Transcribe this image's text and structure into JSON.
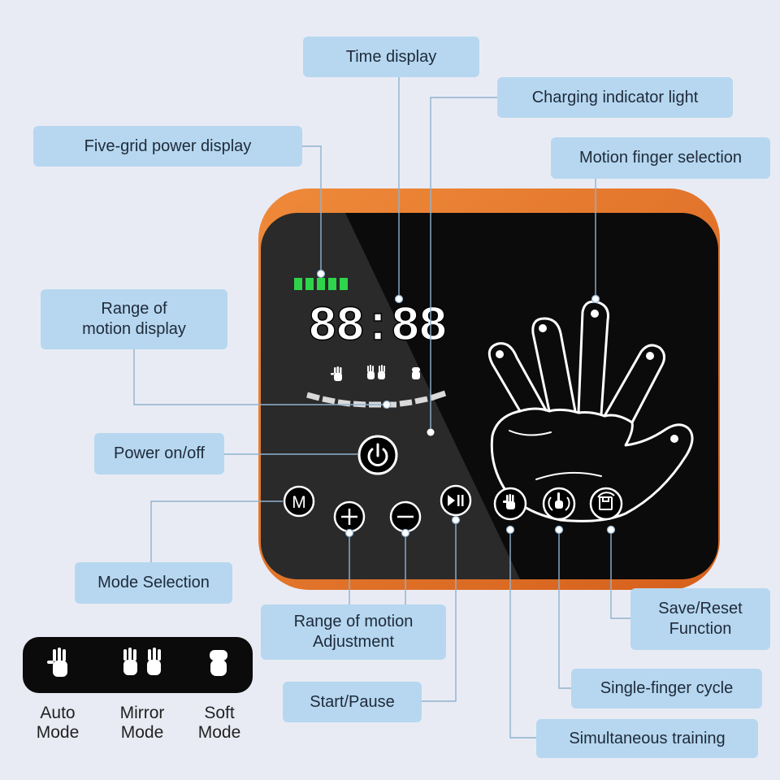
{
  "labels": {
    "time_display": "Time display",
    "charging_indicator": "Charging indicator light",
    "five_grid_power": "Five-grid power display",
    "motion_finger_selection": "Motion finger selection",
    "range_display_l1": "Range of",
    "range_display_l2": "motion display",
    "power_onoff": "Power on/off",
    "mode_selection": "Mode Selection",
    "range_adjust_l1": "Range of motion",
    "range_adjust_l2": "Adjustment",
    "save_reset_l1": "Save/Reset",
    "save_reset_l2": "Function",
    "start_pause": "Start/Pause",
    "single_finger_cycle": "Single-finger cycle",
    "simultaneous_training": "Simultaneous training"
  },
  "screen": {
    "clock": "88:88",
    "power_bars": 5,
    "mode_button": "M"
  },
  "legend": [
    {
      "line1": "Auto",
      "line2": "Mode"
    },
    {
      "line1": "Mirror",
      "line2": "Mode"
    },
    {
      "line1": "Soft",
      "line2": "Mode"
    }
  ],
  "colors": {
    "background": "#e9ebf4",
    "label": "#b6d7ef",
    "device_orange": "#e8782b",
    "screen": "#0b0b0b",
    "power_green": "#2ed44a",
    "leader": "#8fb2cf"
  }
}
